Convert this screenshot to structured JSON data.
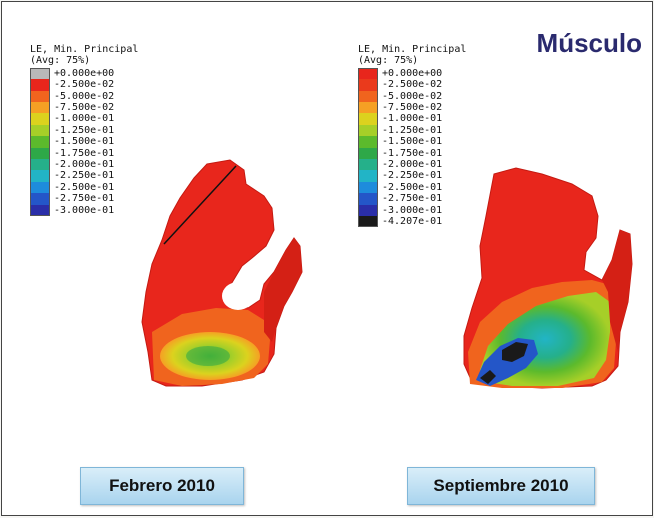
{
  "title": "Músculo",
  "captions": {
    "left": "Febrero 2010",
    "right": "Septiembre 2010"
  },
  "legends": {
    "left": {
      "title_line1": "LE, Min. Principal",
      "title_line2": "(Avg: 75%)",
      "entries": [
        {
          "label": "+0.000e+00",
          "color": "#b9b9b9"
        },
        {
          "label": "-2.500e-02",
          "color": "#e8261c"
        },
        {
          "label": "-5.000e-02",
          "color": "#f0641e"
        },
        {
          "label": "-7.500e-02",
          "color": "#f5a024"
        },
        {
          "label": "-1.000e-01",
          "color": "#dcd21e"
        },
        {
          "label": "-1.250e-01",
          "color": "#a6cf28"
        },
        {
          "label": "-1.500e-01",
          "color": "#5cba2c"
        },
        {
          "label": "-1.750e-01",
          "color": "#2ea848"
        },
        {
          "label": "-2.000e-01",
          "color": "#25b08a"
        },
        {
          "label": "-2.250e-01",
          "color": "#22b4c6"
        },
        {
          "label": "-2.500e-01",
          "color": "#1e8cdc"
        },
        {
          "label": "-2.750e-01",
          "color": "#2456c8"
        },
        {
          "label": "-3.000e-01",
          "color": "#2a2ea8"
        }
      ]
    },
    "right": {
      "title_line1": "LE, Min. Principal",
      "title_line2": "(Avg: 75%)",
      "entries": [
        {
          "label": "+0.000e+00",
          "color": "#e8261c"
        },
        {
          "label": "-2.500e-02",
          "color": "#ea3a1c"
        },
        {
          "label": "-5.000e-02",
          "color": "#f0641e"
        },
        {
          "label": "-7.500e-02",
          "color": "#f5a024"
        },
        {
          "label": "-1.000e-01",
          "color": "#dcd21e"
        },
        {
          "label": "-1.250e-01",
          "color": "#a6cf28"
        },
        {
          "label": "-1.500e-01",
          "color": "#5cba2c"
        },
        {
          "label": "-1.750e-01",
          "color": "#2ea848"
        },
        {
          "label": "-2.000e-01",
          "color": "#25b08a"
        },
        {
          "label": "-2.250e-01",
          "color": "#22b4c6"
        },
        {
          "label": "-2.500e-01",
          "color": "#1e8cdc"
        },
        {
          "label": "-2.750e-01",
          "color": "#2456c8"
        },
        {
          "label": "-3.000e-01",
          "color": "#2a2ea8"
        },
        {
          "label": "-4.207e-01",
          "color": "#1a1a1a"
        }
      ]
    }
  }
}
